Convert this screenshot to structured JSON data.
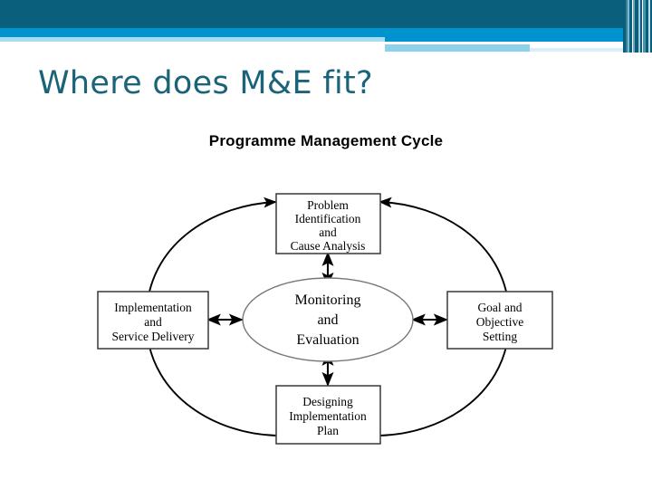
{
  "slide": {
    "title": "Where does M&E fit?",
    "title_color": "#1a6378"
  },
  "header": {
    "band_dark_color": "#0a607c",
    "band_mid_color": "#0093d0",
    "band_light_color": "#8ed1ea",
    "stripes": [
      {
        "color": "#0a607c",
        "x": 0,
        "w": 3
      },
      {
        "color": "#35809a",
        "x": 3,
        "w": 2
      },
      {
        "color": "#7fb9cd",
        "x": 5,
        "w": 2
      },
      {
        "color": "#0a607c",
        "x": 7,
        "w": 3
      },
      {
        "color": "#ffffff",
        "x": 10,
        "w": 1
      },
      {
        "color": "#6fa8bf",
        "x": 11,
        "w": 2
      },
      {
        "color": "#0a607c",
        "x": 13,
        "w": 4
      },
      {
        "color": "#9ecadb",
        "x": 17,
        "w": 2
      },
      {
        "color": "#0a607c",
        "x": 19,
        "w": 2
      },
      {
        "color": "#ffffff",
        "x": 21,
        "w": 1
      },
      {
        "color": "#4e93ab",
        "x": 22,
        "w": 3
      },
      {
        "color": "#0a607c",
        "x": 25,
        "w": 3
      },
      {
        "color": "#bcdcea",
        "x": 28,
        "w": 2
      },
      {
        "color": "#0a607c",
        "x": 30,
        "w": 2
      }
    ]
  },
  "diagram": {
    "title": "Programme Management Cycle",
    "type": "cycle-diagram",
    "center": {
      "id": "monitoring-evaluation",
      "lines": [
        "Monitoring",
        "and",
        "Evaluation"
      ]
    },
    "nodes": [
      {
        "id": "problem-identification",
        "position": "top",
        "lines": [
          "Problem",
          "Identification",
          "and",
          "Cause Analysis"
        ]
      },
      {
        "id": "goal-objective-setting",
        "position": "right",
        "lines": [
          "Goal and",
          "Objective",
          "Setting"
        ]
      },
      {
        "id": "designing-implementation-plan",
        "position": "bottom",
        "lines": [
          "Designing",
          "Implementation",
          "Plan"
        ]
      },
      {
        "id": "implementation-service-delivery",
        "position": "left",
        "lines": [
          "Implementation",
          "and",
          "Service Delivery"
        ]
      }
    ],
    "spoke_edges": [
      {
        "from": "problem-identification",
        "to": "monitoring-evaluation",
        "style": "double-arrow"
      },
      {
        "from": "goal-objective-setting",
        "to": "monitoring-evaluation",
        "style": "double-arrow"
      },
      {
        "from": "designing-implementation-plan",
        "to": "monitoring-evaluation",
        "style": "double-arrow"
      },
      {
        "from": "implementation-service-delivery",
        "to": "monitoring-evaluation",
        "style": "double-arrow"
      }
    ],
    "ring_edges": [
      {
        "from": "implementation-service-delivery",
        "to": "problem-identification",
        "style": "curve-double-arrow"
      },
      {
        "from": "problem-identification",
        "to": "goal-objective-setting",
        "style": "curve-double-arrow"
      },
      {
        "from": "goal-objective-setting",
        "to": "designing-implementation-plan",
        "style": "curve-single-arrow"
      },
      {
        "from": "designing-implementation-plan",
        "to": "implementation-service-delivery",
        "style": "curve-single-arrow"
      }
    ]
  }
}
